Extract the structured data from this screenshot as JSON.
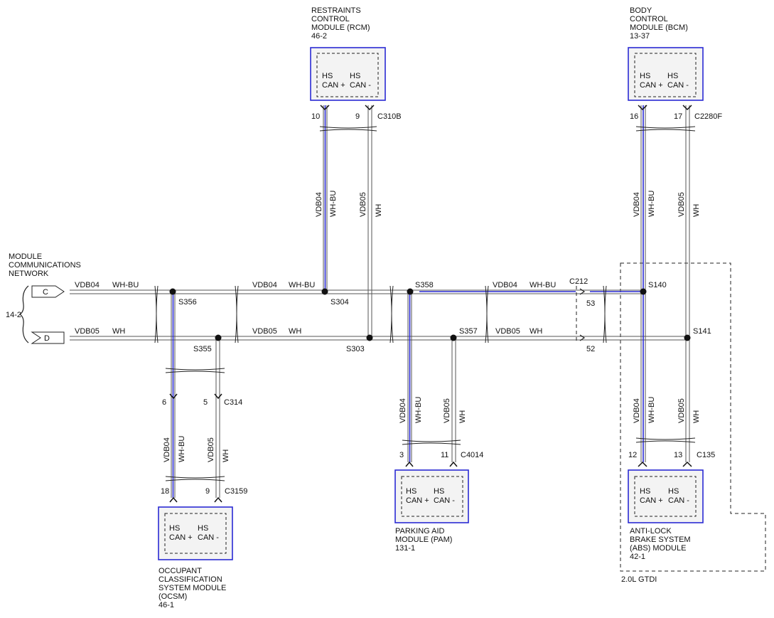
{
  "network": {
    "title_line1": "MODULE",
    "title_line2": "COMMUNICATIONS",
    "title_line3": "NETWORK",
    "ref": "14-2",
    "conn_c": "C",
    "conn_d": "D"
  },
  "wires": {
    "vdb04": "VDB04",
    "vdb05": "VDB05",
    "whbu": "WH-BU",
    "wh": "WH"
  },
  "hs": {
    "hs": "HS",
    "canp": "CAN +",
    "canm": "CAN -"
  },
  "rcm": {
    "line1": "RESTRAINTS",
    "line2": "CONTROL",
    "line3": "MODULE (RCM)",
    "ref": "46-2",
    "pin_a": "10",
    "pin_b": "9",
    "connector": "C310B"
  },
  "bcm": {
    "line1": "BODY",
    "line2": "CONTROL",
    "line3": "MODULE (BCM)",
    "ref": "13-37",
    "pin_a": "16",
    "pin_b": "17",
    "connector": "C2280F"
  },
  "ocsm": {
    "line1": "OCCUPANT",
    "line2": "CLASSIFICATION",
    "line3": "SYSTEM MODULE",
    "line4": "(OCSM)",
    "ref": "46-1",
    "pin_a": "18",
    "pin_b": "9",
    "connector": "C3159",
    "c314_a": "6",
    "c314_b": "5",
    "c314": "C314"
  },
  "pam": {
    "line1": "PARKING AID",
    "line2": "MODULE (PAM)",
    "ref": "131-1",
    "pin_a": "3",
    "pin_b": "11",
    "connector": "C4014"
  },
  "abs": {
    "line1": "ANTI-LOCK",
    "line2": "BRAKE SYSTEM",
    "line3": "(ABS) MODULE",
    "ref": "42-1",
    "pin_a": "12",
    "pin_b": "13",
    "connector": "C135"
  },
  "splices": {
    "s356": "S356",
    "s355": "S355",
    "s304": "S304",
    "s303": "S303",
    "s358": "S358",
    "s357": "S357",
    "s140": "S140",
    "s141": "S141"
  },
  "c212": {
    "name": "C212",
    "pin_a": "53",
    "pin_b": "52"
  },
  "engine_note": "2.0L GTDI"
}
